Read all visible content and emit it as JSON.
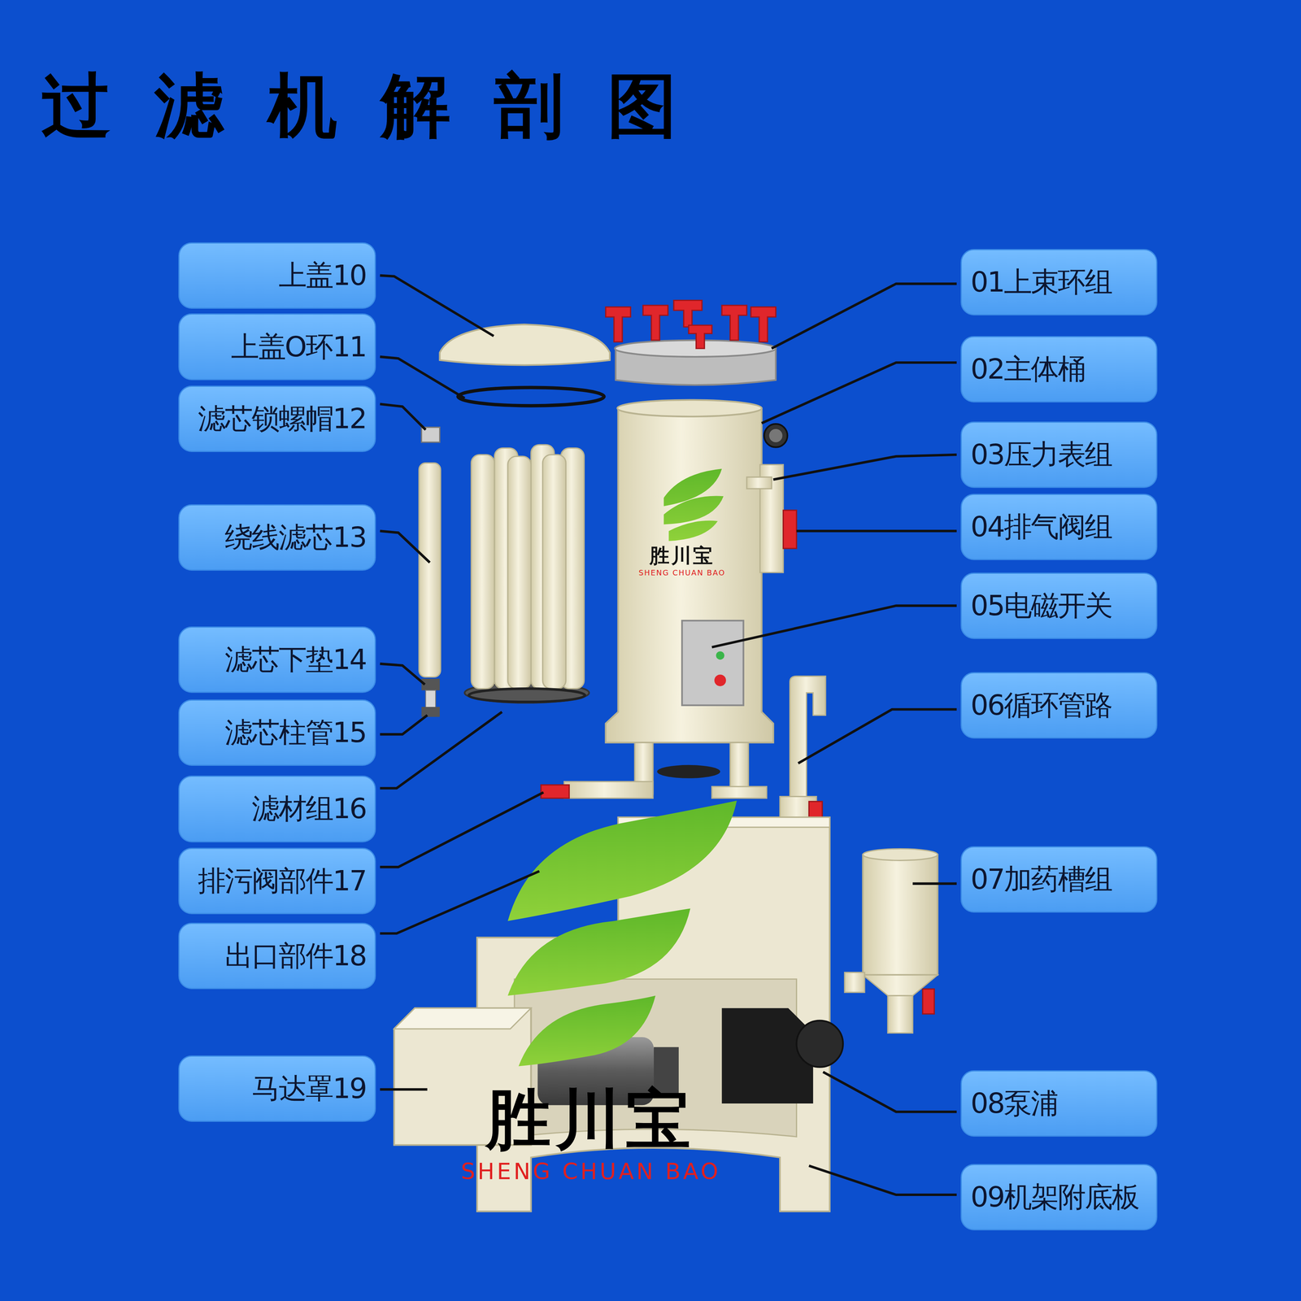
{
  "diagram": {
    "title": "过滤机解剖图",
    "nodes": [
      {
        "text": [
          "上盖10"
        ]
      },
      {
        "text": [
          "上盖O环11"
        ]
      },
      {
        "text": [
          "滤芯锁螺帽12"
        ]
      },
      {
        "text": [
          "绕线滤芯13"
        ]
      },
      {
        "text": [
          "滤芯下垫14"
        ]
      },
      {
        "text": [
          "滤芯柱管15"
        ]
      },
      {
        "text": [
          "滤材组16"
        ]
      },
      {
        "text": [
          "排污阀部件17"
        ]
      },
      {
        "text": [
          "出口部件18"
        ]
      },
      {
        "text": [
          "马达罩19"
        ]
      },
      {
        "text": [
          "01上束环组"
        ]
      },
      {
        "text": [
          "02主体桶"
        ]
      },
      {
        "text": [
          "03压力表组"
        ]
      },
      {
        "text": [
          "04排气阀组"
        ]
      },
      {
        "text": [
          "05电磁开关"
        ]
      },
      {
        "text": [
          "06循环管路"
        ]
      },
      {
        "text": [
          "07加药槽组"
        ]
      },
      {
        "text": [
          "08泵浦"
        ]
      },
      {
        "text": [
          "09机架附底板"
        ]
      }
    ],
    "labels": [
      "胜川宝",
      "SHENG CHUAN BAO",
      "胜川宝",
      "SHENG CHUAN BAO"
    ]
  }
}
